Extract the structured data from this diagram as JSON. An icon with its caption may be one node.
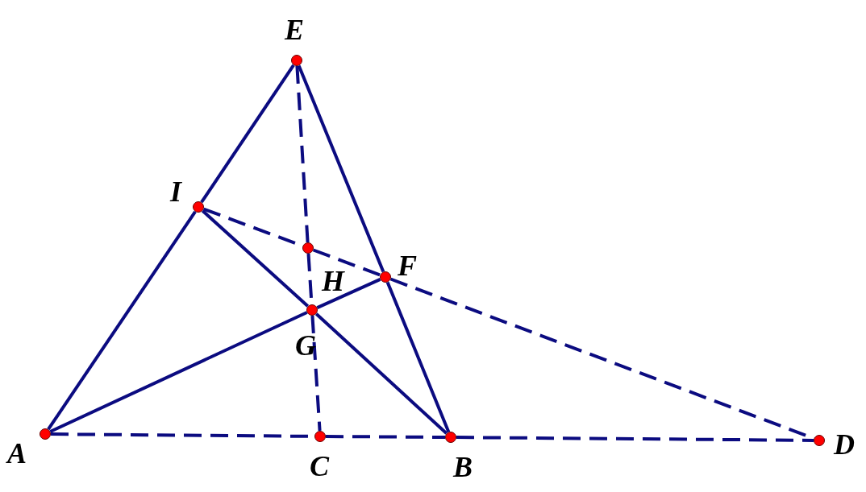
{
  "diagram": {
    "nodes": [
      {
        "text": [
          "E"
        ]
      },
      {
        "text": [
          "I"
        ]
      },
      {
        "text": [
          "H"
        ]
      },
      {
        "text": [
          "F"
        ]
      },
      {
        "text": [
          "G"
        ]
      },
      {
        "text": [
          "A"
        ]
      },
      {
        "text": [
          "C"
        ]
      },
      {
        "text": [
          "B"
        ]
      },
      {
        "text": [
          "D"
        ]
      }
    ],
    "edges": [
      {
        "from": 5,
        "to": 1,
        "arrow": "none"
      },
      {
        "from": 1,
        "to": 0,
        "arrow": "none"
      },
      {
        "from": 0,
        "to": 3,
        "arrow": "none"
      },
      {
        "from": 3,
        "to": 7,
        "arrow": "none"
      },
      {
        "from": 5,
        "to": 4,
        "arrow": "none"
      },
      {
        "from": 4,
        "to": 3,
        "arrow": "none"
      },
      {
        "from": 1,
        "to": 4,
        "arrow": "none"
      },
      {
        "from": 4,
        "to": 7,
        "arrow": "none"
      },
      {
        "from": 1,
        "to": 2,
        "arrow": "none",
        "style": "dashed"
      },
      {
        "from": 2,
        "to": 3,
        "arrow": "none",
        "style": "dashed"
      },
      {
        "from": 3,
        "to": 8,
        "arrow": "none",
        "style": "dashed"
      },
      {
        "from": 0,
        "to": 2,
        "arrow": "none",
        "style": "dashed"
      },
      {
        "from": 2,
        "to": 4,
        "arrow": "none",
        "style": "dashed"
      },
      {
        "from": 4,
        "to": 6,
        "arrow": "none",
        "style": "dashed"
      },
      {
        "from": 5,
        "to": 6,
        "arrow": "none",
        "style": "dashed"
      },
      {
        "from": 6,
        "to": 7,
        "arrow": "none",
        "style": "dashed"
      },
      {
        "from": 7,
        "to": 8,
        "arrow": "none",
        "style": "dashed"
      }
    ]
  }
}
